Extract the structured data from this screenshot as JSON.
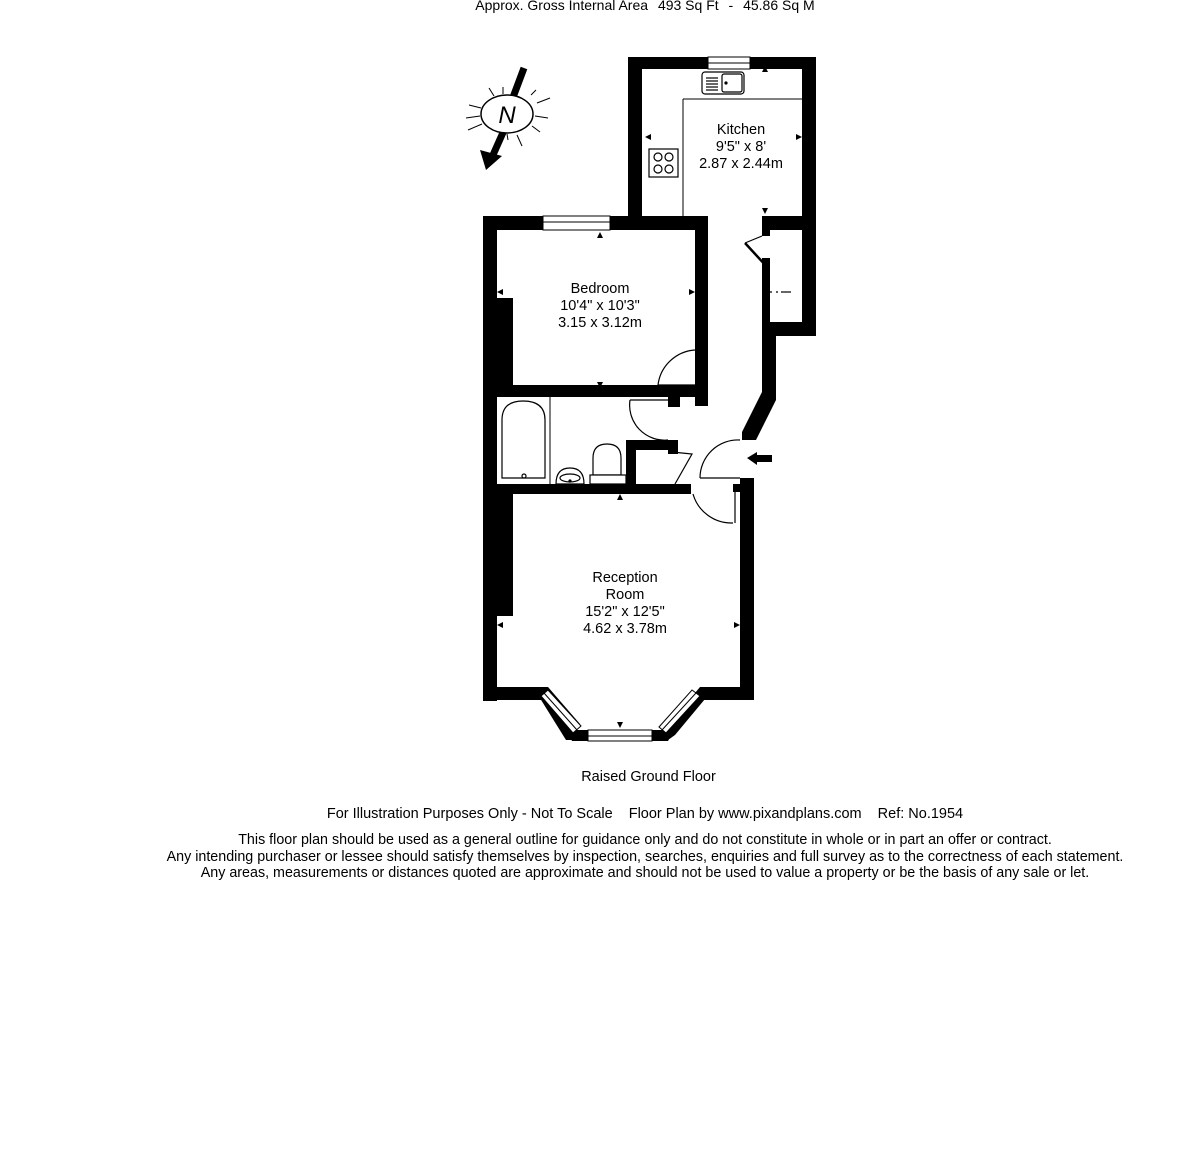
{
  "header": {
    "area_label": "Approx. Gross Internal Area",
    "area_sqft": "493 Sq Ft",
    "separator": "-",
    "area_sqm": "45.86 Sq M"
  },
  "compass": {
    "letter": "N",
    "icon": "compass-north-icon"
  },
  "rooms": [
    {
      "id": "kitchen",
      "name": "Kitchen",
      "name2": "",
      "imperial": "9'5\" x 8'",
      "metric": "2.87 x 2.44m"
    },
    {
      "id": "bedroom",
      "name": "Bedroom",
      "name2": "",
      "imperial": "10'4\" x 10'3\"",
      "metric": "3.15 x 3.12m"
    },
    {
      "id": "reception",
      "name": "Reception",
      "name2": "Room",
      "imperial": "15'2\" x 12'5\"",
      "metric": "4.62 x 3.78m"
    }
  ],
  "fixtures": [
    "sink-icon",
    "hob-icon",
    "bath-icon",
    "basin-icon",
    "toilet-icon",
    "entrance-arrow-icon"
  ],
  "floor_name": "Raised Ground Floor",
  "credit": {
    "illustration": "For Illustration Purposes Only - Not To Scale",
    "by": "Floor Plan by www.pixandplans.com",
    "ref": "Ref: No.1954"
  },
  "disclaimer": [
    "This floor plan should be used as a general outline for guidance only and do not constitute in whole or in part an offer or contract.",
    "Any intending purchaser or lessee should satisfy themselves by inspection, searches, enquiries and full survey as to the correctness of each statement.",
    "Any areas, measurements or distances quoted are approximate and should not be used to value a property or be the basis of any sale or let."
  ],
  "colors": {
    "wall": "#000000",
    "background": "#ffffff"
  }
}
